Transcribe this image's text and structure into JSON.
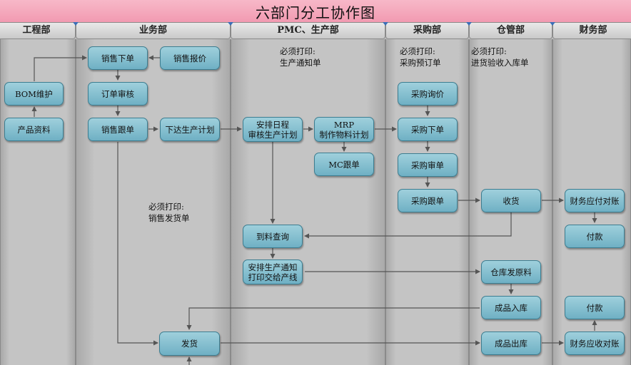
{
  "title": "六部门分工协作图",
  "lanes": [
    "工程部",
    "业务部",
    "PMC、生产部",
    "采购部",
    "仓管部",
    "财务部"
  ],
  "boxes": {
    "bom": "BOM维护",
    "product_data": "产品资料",
    "sales_order": "销售下单",
    "sales_quote": "销售报价",
    "order_review": "订单审核",
    "sales_follow": "销售跟单",
    "issue_plan": "下达生产计划",
    "schedule": "安排日程\n审核生产计划",
    "mrp": "MRP\n制作物料计划",
    "mc_follow": "MC跟单",
    "material_query": "到料查询",
    "production_notice": "安排生产通知\n打印交给产线",
    "ship": "发货",
    "purchase_inquiry": "采购询价",
    "purchase_order": "采购下单",
    "purchase_review": "采购审单",
    "purchase_follow": "采购跟单",
    "receive": "收货",
    "warehouse_issue": "仓库发原料",
    "finished_in": "成品入库",
    "finished_out": "成品出库",
    "payable_reconcile": "财务应付对账",
    "payment_1": "付款",
    "payment_2": "付款",
    "receivable_reconcile": "财务应收对账"
  },
  "notes": {
    "pmc": "必须打印:\n生产通知单",
    "purchase": "必须打印:\n采购预订单",
    "warehouse": "必须打印:\n进货验收入库单",
    "sales": "必须打印:\n销售发货单"
  }
}
